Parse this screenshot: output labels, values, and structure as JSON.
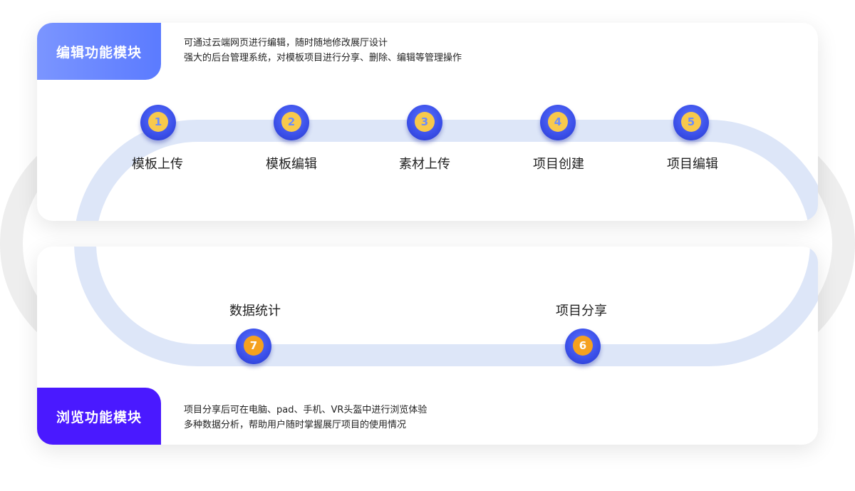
{
  "edit_module": {
    "title": "编辑功能模块",
    "desc": [
      "可通过云端网页进行编辑，随时随地修改展厅设计",
      "强大的后台管理系统，对模板项目进行分享、删除、编辑等管理操作"
    ]
  },
  "view_module": {
    "title": "浏览功能模块",
    "desc": [
      "项目分享后可在电脑、pad、手机、VR头盔中进行浏览体验",
      "多种数据分析，帮助用户随时掌握展厅项目的使用情况"
    ]
  },
  "steps": [
    {
      "num": "1",
      "label": "模板上传"
    },
    {
      "num": "2",
      "label": "模板编辑"
    },
    {
      "num": "3",
      "label": "素材上传"
    },
    {
      "num": "4",
      "label": "项目创建"
    },
    {
      "num": "5",
      "label": "项目编辑"
    },
    {
      "num": "6",
      "label": "项目分享"
    },
    {
      "num": "7",
      "label": "数据统计"
    }
  ],
  "colors": {
    "track": "#dde6f8",
    "edit_tag": "#6a87ff",
    "view_tag": "#4a19ff",
    "step_ring": "#3a4fe8",
    "step_core_yellow": "#f8c94c",
    "step_core_orange": "#f5a11f"
  }
}
